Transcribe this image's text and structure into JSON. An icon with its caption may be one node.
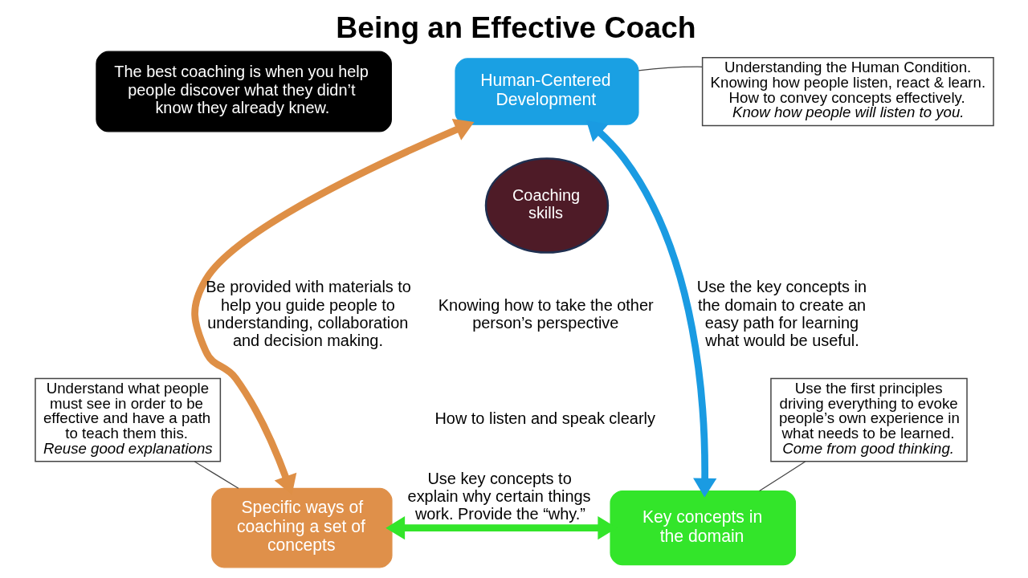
{
  "diagram": {
    "title": "Being an Effective Coach",
    "nodes": [
      {
        "text": [
          "Human-Centered Development"
        ]
      },
      {
        "text": [
          "Understanding the Human Condition. Knowing how people listen, react & learn. How to convey concepts effectively.",
          "Know how people will listen to you."
        ]
      },
      {
        "text": [
          "The best coaching is when you help people discover what they didn’t know they already knew."
        ]
      },
      {
        "text": [
          "Coaching skills"
        ]
      },
      {
        "text": [
          "Specific ways of coaching a set of concepts"
        ]
      },
      {
        "text": [
          "Key concepts in the domain"
        ]
      },
      {
        "text": [
          "Understand what people must see in order to be effective and have a path to teach them this.",
          "Reuse good explanations"
        ]
      },
      {
        "text": [
          "Use the first principles driving everything to evoke people’s own experience in what needs to be learned.",
          "Come from good thinking."
        ]
      }
    ],
    "edges": [
      {
        "from": 0,
        "to": 4,
        "arrow": "both",
        "label": "Be provided with materials to help you guide people to understanding, collaboration and decision making.",
        "style": "thick",
        "color": "#de8f46"
      },
      {
        "from": 0,
        "to": 5,
        "arrow": "both",
        "label": "Use the key concepts in the domain to create an easy path for learning what would be useful.",
        "style": "thick",
        "color": "#1a9be2"
      },
      {
        "from": 4,
        "to": 5,
        "arrow": "both",
        "label": "Use key concepts to explain why certain things work. Provide the “why.”",
        "style": "thick",
        "color": "#33e52a"
      },
      {
        "from": 1,
        "to": 0,
        "arrow": "none"
      },
      {
        "from": 6,
        "to": 4,
        "arrow": "none"
      },
      {
        "from": 7,
        "to": 5,
        "arrow": "none"
      }
    ],
    "labels": [
      "Knowing how to take the other person’s perspective",
      "How to listen and speak clearly"
    ]
  }
}
